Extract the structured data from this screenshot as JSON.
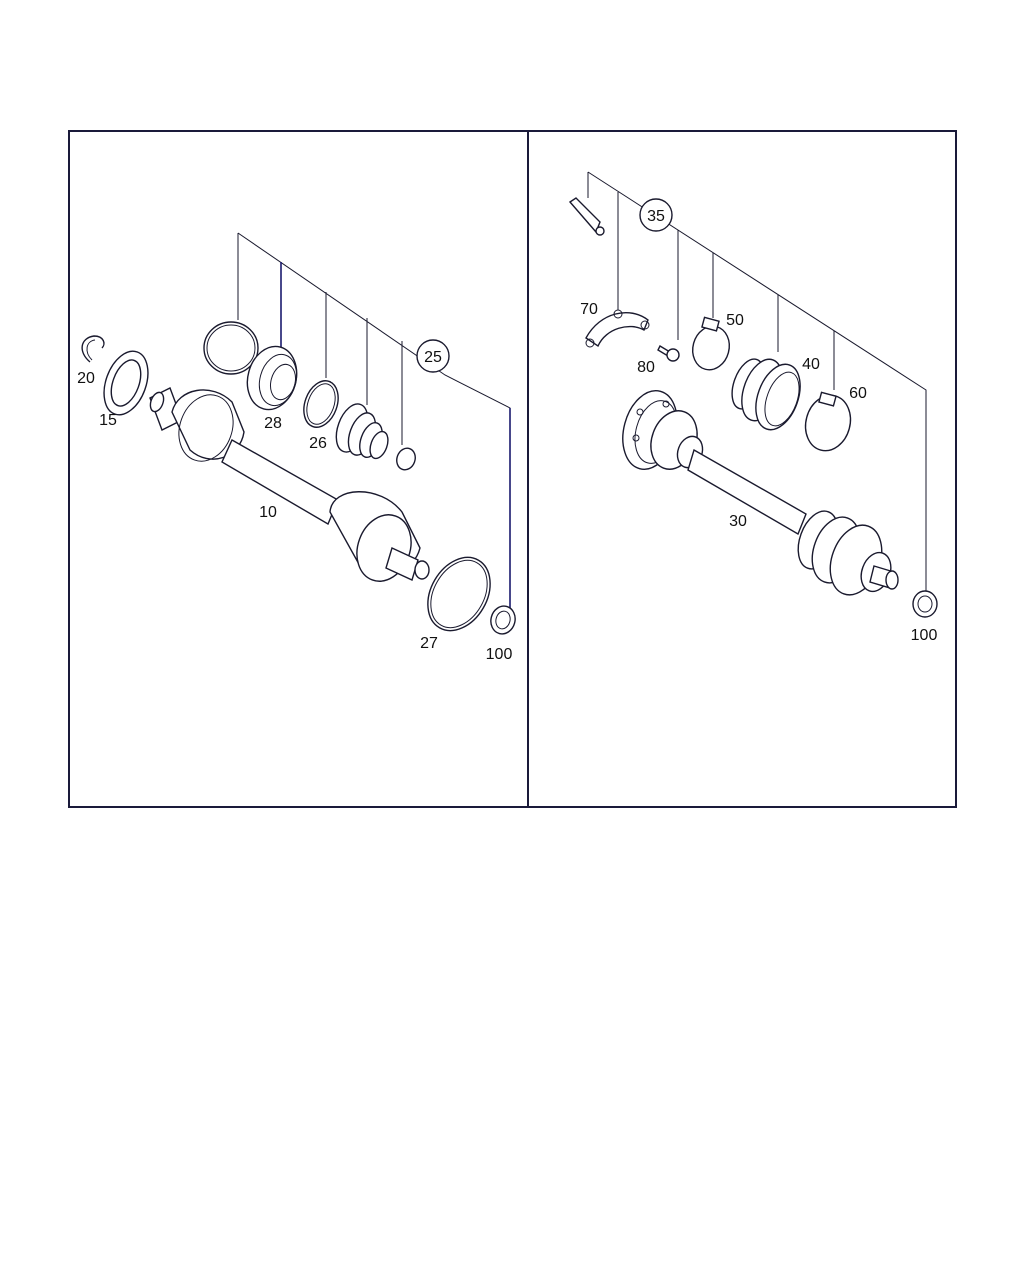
{
  "diagram": {
    "left_panel": {
      "callouts": [
        "20",
        "15",
        "28",
        "26",
        "25",
        "10",
        "27",
        "100"
      ]
    },
    "right_panel": {
      "callouts": [
        "35",
        "70",
        "80",
        "50",
        "40",
        "60",
        "30",
        "100"
      ]
    }
  }
}
